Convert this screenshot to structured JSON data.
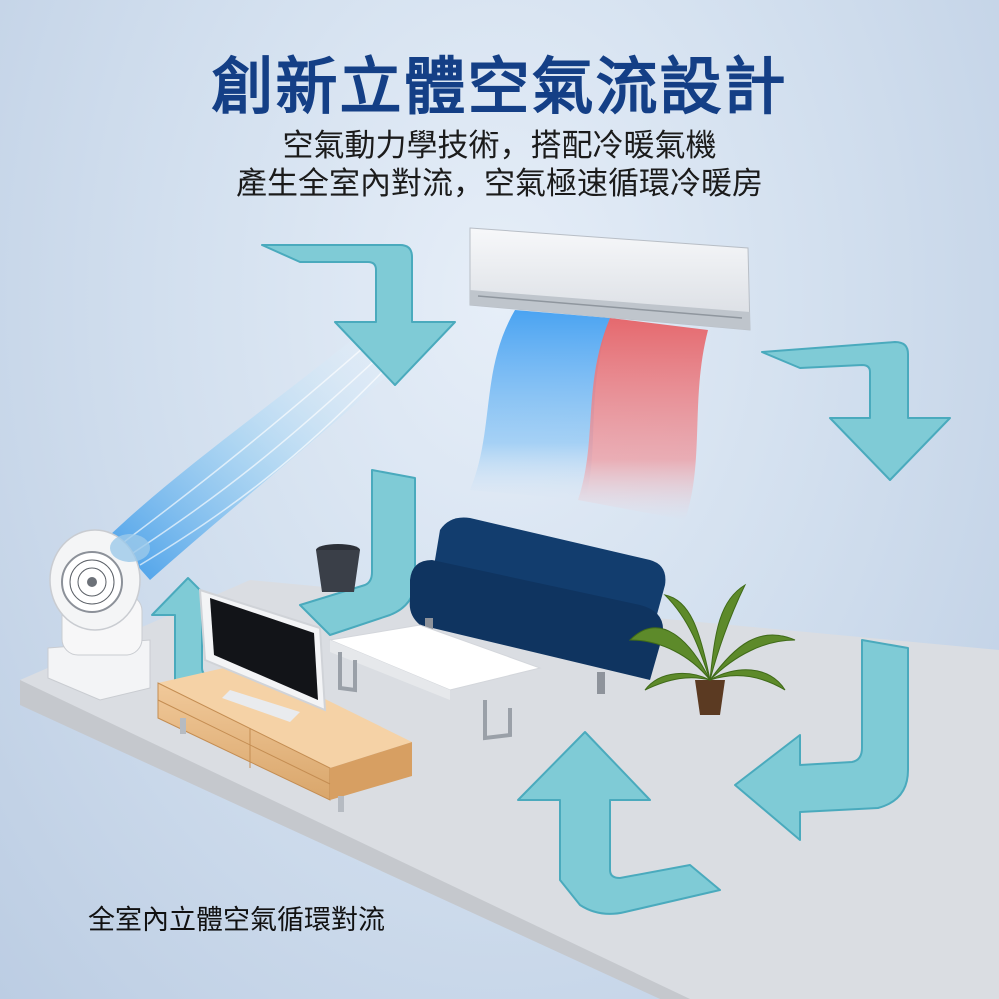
{
  "headline": "創新立體空氣流設計",
  "subtitle": [
    "空氣動力學技術，搭配冷暖氣機",
    "產生全室內對流，空氣極速循環冷暖房"
  ],
  "caption": "全室內立體空氣循環對流",
  "colors": {
    "title": "#143f86",
    "arrow": "#7fcbd6",
    "arrow_edge": "#4aaabd",
    "cool": "#5aaaf0",
    "warm": "#e8787c",
    "sofa": "#123d6e"
  },
  "icons": [
    "circulator-fan-icon",
    "air-conditioner-icon",
    "sofa-icon",
    "television-icon",
    "tv-cabinet-icon",
    "coffee-table-icon",
    "potted-plant-icon",
    "trash-bin-icon",
    "airflow-arrow-icon"
  ]
}
